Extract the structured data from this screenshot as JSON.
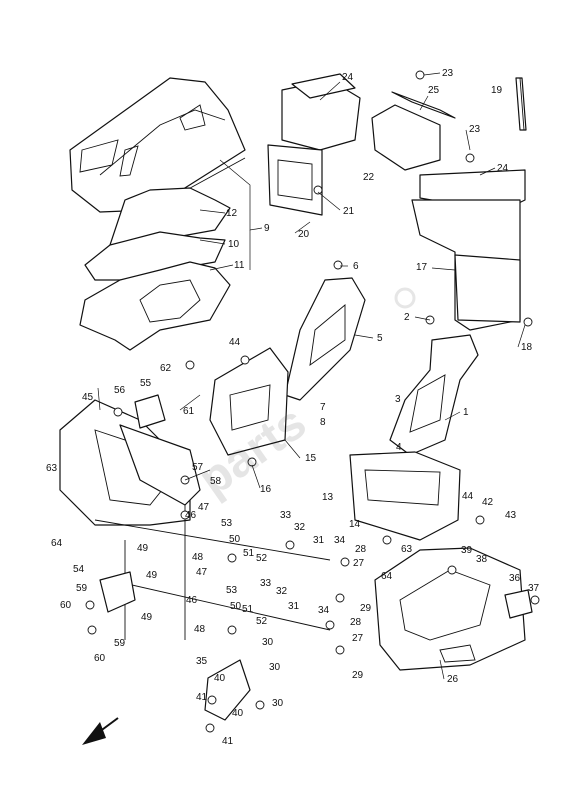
{
  "callouts": [
    {
      "id": "c1",
      "text": "1"
    },
    {
      "id": "c2",
      "text": "2"
    },
    {
      "id": "c3",
      "text": "3"
    },
    {
      "id": "c4",
      "text": "4"
    },
    {
      "id": "c5",
      "text": "5"
    },
    {
      "id": "c6",
      "text": "6"
    },
    {
      "id": "c7",
      "text": "7"
    },
    {
      "id": "c8",
      "text": "8"
    },
    {
      "id": "c9",
      "text": "9"
    },
    {
      "id": "c10",
      "text": "10"
    },
    {
      "id": "c11",
      "text": "11"
    },
    {
      "id": "c12",
      "text": "12"
    },
    {
      "id": "c13",
      "text": "13"
    },
    {
      "id": "c14",
      "text": "14"
    },
    {
      "id": "c15",
      "text": "15"
    },
    {
      "id": "c16",
      "text": "16"
    },
    {
      "id": "c17",
      "text": "17"
    },
    {
      "id": "c18",
      "text": "18"
    },
    {
      "id": "c19",
      "text": "19"
    },
    {
      "id": "c20",
      "text": "20"
    },
    {
      "id": "c21",
      "text": "21"
    },
    {
      "id": "c22",
      "text": "22"
    },
    {
      "id": "c23a",
      "text": "23"
    },
    {
      "id": "c23b",
      "text": "23"
    },
    {
      "id": "c24a",
      "text": "24"
    },
    {
      "id": "c24b",
      "text": "24"
    },
    {
      "id": "c25",
      "text": "25"
    },
    {
      "id": "c26",
      "text": "26"
    },
    {
      "id": "c27a",
      "text": "27"
    },
    {
      "id": "c27b",
      "text": "27"
    },
    {
      "id": "c28a",
      "text": "28"
    },
    {
      "id": "c28b",
      "text": "28"
    },
    {
      "id": "c29a",
      "text": "29"
    },
    {
      "id": "c29b",
      "text": "29"
    },
    {
      "id": "c30a",
      "text": "30"
    },
    {
      "id": "c30b",
      "text": "30"
    },
    {
      "id": "c30c",
      "text": "30"
    },
    {
      "id": "c31a",
      "text": "31"
    },
    {
      "id": "c31b",
      "text": "31"
    },
    {
      "id": "c32a",
      "text": "32"
    },
    {
      "id": "c32b",
      "text": "32"
    },
    {
      "id": "c33a",
      "text": "33"
    },
    {
      "id": "c33b",
      "text": "33"
    },
    {
      "id": "c34a",
      "text": "34"
    },
    {
      "id": "c34b",
      "text": "34"
    },
    {
      "id": "c35",
      "text": "35"
    },
    {
      "id": "c36",
      "text": "36"
    },
    {
      "id": "c37",
      "text": "37"
    },
    {
      "id": "c38",
      "text": "38"
    },
    {
      "id": "c39",
      "text": "39"
    },
    {
      "id": "c40a",
      "text": "40"
    },
    {
      "id": "c40b",
      "text": "40"
    },
    {
      "id": "c41a",
      "text": "41"
    },
    {
      "id": "c41b",
      "text": "41"
    },
    {
      "id": "c42",
      "text": "42"
    },
    {
      "id": "c43",
      "text": "43"
    },
    {
      "id": "c44a",
      "text": "44"
    },
    {
      "id": "c44b",
      "text": "44"
    },
    {
      "id": "c45",
      "text": "45"
    },
    {
      "id": "c46a",
      "text": "46"
    },
    {
      "id": "c46b",
      "text": "46"
    },
    {
      "id": "c47a",
      "text": "47"
    },
    {
      "id": "c47b",
      "text": "47"
    },
    {
      "id": "c48a",
      "text": "48"
    },
    {
      "id": "c48b",
      "text": "48"
    },
    {
      "id": "c49a",
      "text": "49"
    },
    {
      "id": "c49b",
      "text": "49"
    },
    {
      "id": "c49c",
      "text": "49"
    },
    {
      "id": "c50a",
      "text": "50"
    },
    {
      "id": "c50b",
      "text": "50"
    },
    {
      "id": "c51a",
      "text": "51"
    },
    {
      "id": "c51b",
      "text": "51"
    },
    {
      "id": "c52a",
      "text": "52"
    },
    {
      "id": "c52b",
      "text": "52"
    },
    {
      "id": "c53a",
      "text": "53"
    },
    {
      "id": "c53b",
      "text": "53"
    },
    {
      "id": "c54",
      "text": "54"
    },
    {
      "id": "c55",
      "text": "55"
    },
    {
      "id": "c56",
      "text": "56"
    },
    {
      "id": "c57",
      "text": "57"
    },
    {
      "id": "c58",
      "text": "58"
    },
    {
      "id": "c59a",
      "text": "59"
    },
    {
      "id": "c59b",
      "text": "59"
    },
    {
      "id": "c60a",
      "text": "60"
    },
    {
      "id": "c60b",
      "text": "60"
    },
    {
      "id": "c61",
      "text": "61"
    },
    {
      "id": "c62",
      "text": "62"
    },
    {
      "id": "c63a",
      "text": "63"
    },
    {
      "id": "c63b",
      "text": "63"
    },
    {
      "id": "c64a",
      "text": "64"
    },
    {
      "id": "c64b",
      "text": "64"
    }
  ],
  "icons": {
    "direction_arrow": "front-direction-arrow-icon",
    "watermark": "parts-watermark-icon"
  }
}
